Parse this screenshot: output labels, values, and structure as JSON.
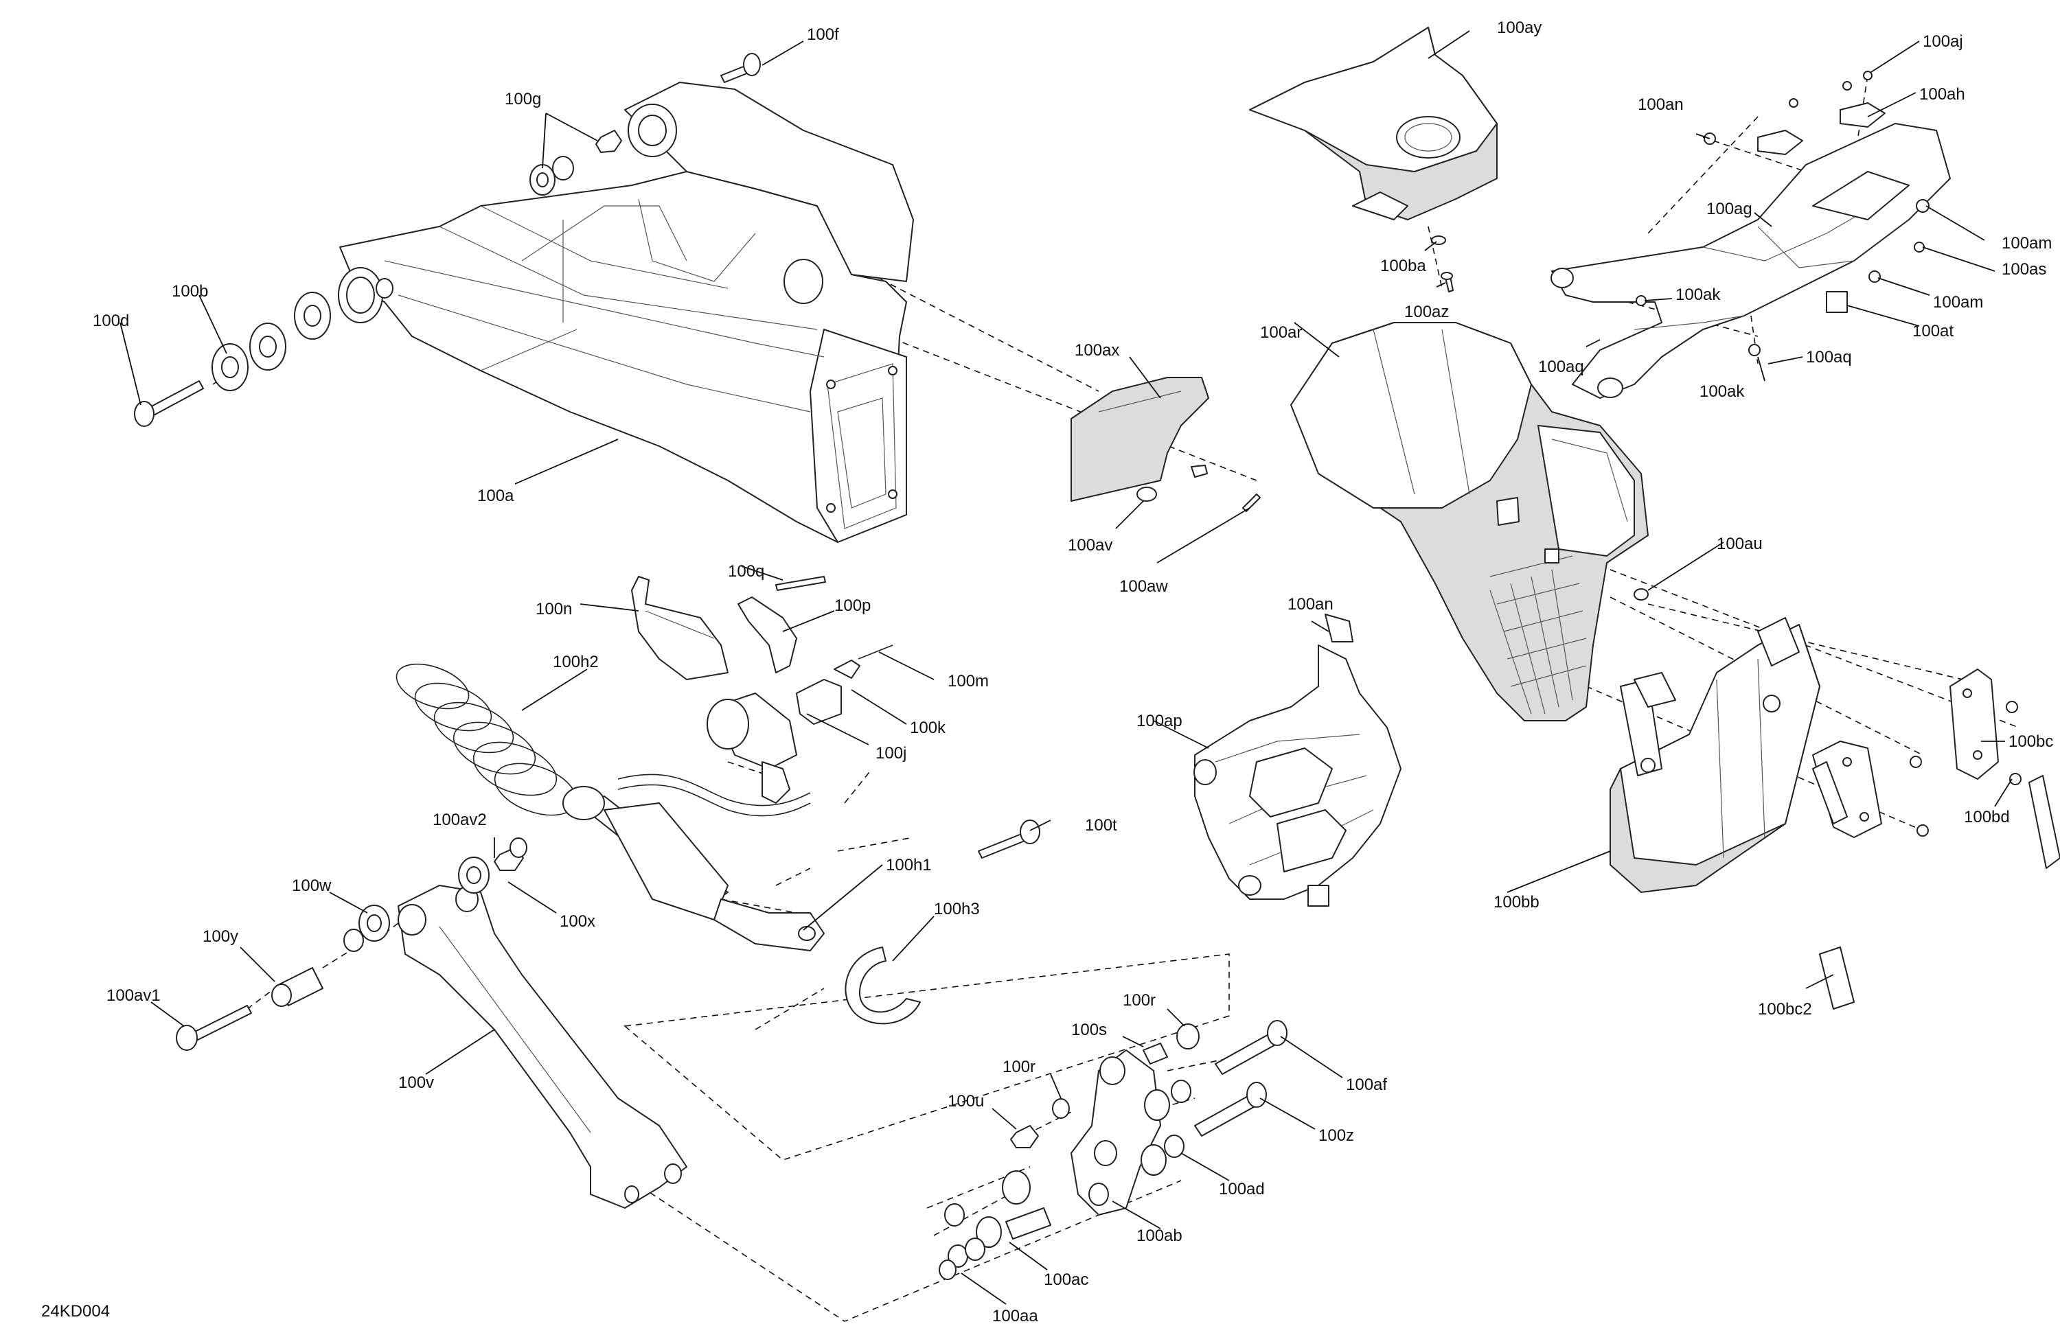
{
  "diagram_code": "24KD004",
  "callouts": [
    "100a",
    "100b",
    "100d",
    "100f",
    "100g",
    "100ax",
    "100av",
    "100aw",
    "100ay",
    "100ba",
    "100az",
    "100aj",
    "100ah",
    "100an",
    "100ag",
    "100am",
    "100as",
    "100ak",
    "100at",
    "100aq",
    "100ar",
    "100au",
    "100n",
    "100q",
    "100p",
    "100m",
    "100k",
    "100j",
    "100h2",
    "100an",
    "100ap",
    "100t",
    "100h1",
    "100h3",
    "100av2",
    "100x",
    "100w",
    "100y",
    "100av1",
    "100v",
    "100r",
    "100s",
    "100af",
    "100u",
    "100z",
    "100ad",
    "100ab",
    "100ac",
    "100aa",
    "100bb",
    "100bc",
    "100bd",
    "100bc2"
  ]
}
